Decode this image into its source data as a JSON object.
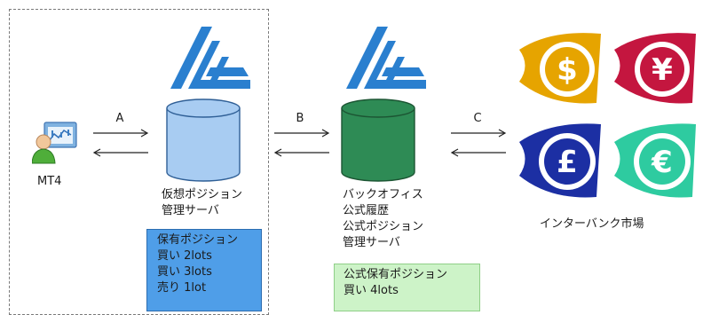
{
  "mt4": {
    "label": "MT4"
  },
  "arrows": {
    "a": "A",
    "b": "B",
    "c": "C"
  },
  "virtual_server": {
    "label_line1": "仮想ポジション",
    "label_line2": "管理サーバ",
    "positions_title": "保有ポジション",
    "positions": [
      "買い 2lots",
      "買い 3lots",
      "売り 1lot"
    ],
    "color": "#a8ccf2"
  },
  "back_office": {
    "label_line1": "バックオフィス",
    "label_line2": "公式履歴",
    "label_line3": "公式ポジション",
    "label_line4": "管理サーバ",
    "positions_title": "公式保有ポジション",
    "positions": [
      "買い 4lots"
    ],
    "color": "#2e8b55"
  },
  "interbank": {
    "label": "インターバンク市場",
    "currencies": [
      {
        "symbol": "$",
        "color": "#e6a400"
      },
      {
        "symbol": "¥",
        "color": "#c4163f"
      },
      {
        "symbol": "£",
        "color": "#1c2fa3"
      },
      {
        "symbol": "€",
        "color": "#2ecba0"
      }
    ]
  },
  "logo_color": "#2a7fcf"
}
